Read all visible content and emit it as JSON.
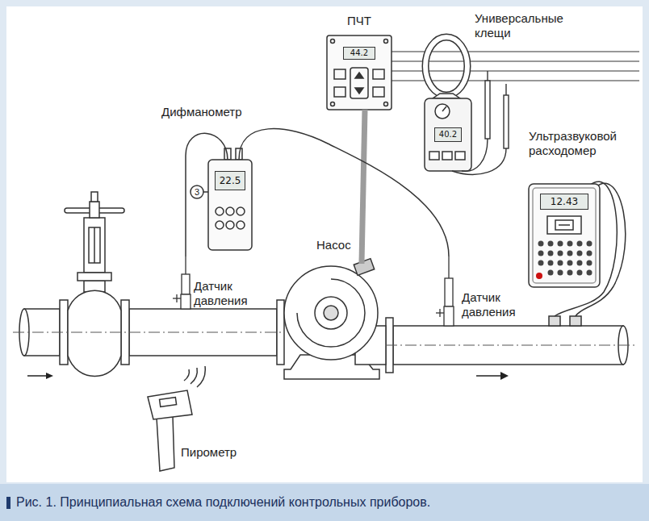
{
  "diagram": {
    "caption": "Рис. 1. Принципиальная схема подключений контрольных приборов.",
    "nodes": [
      {
        "text": [
          "ПЧТ",
          "44.2"
        ]
      },
      {
        "text": [
          "Универсальные клещи",
          "40.2"
        ]
      },
      {
        "text": [
          "Дифманометр",
          "22.5"
        ]
      },
      {
        "text": [
          "Ультразвуковой расходомер",
          "12.43"
        ]
      },
      {
        "text": [
          "Насос"
        ]
      },
      {
        "text": [
          "Датчик давления"
        ]
      },
      {
        "text": [
          "Датчик давления"
        ]
      },
      {
        "text": [
          "Пирометр"
        ]
      }
    ],
    "edges": [
      {
        "from": 0,
        "to": 4,
        "arrow": "none"
      },
      {
        "from": 2,
        "to": 5,
        "arrow": "none"
      },
      {
        "from": 2,
        "to": 6,
        "arrow": "none"
      }
    ],
    "labels": [
      "3"
    ]
  }
}
